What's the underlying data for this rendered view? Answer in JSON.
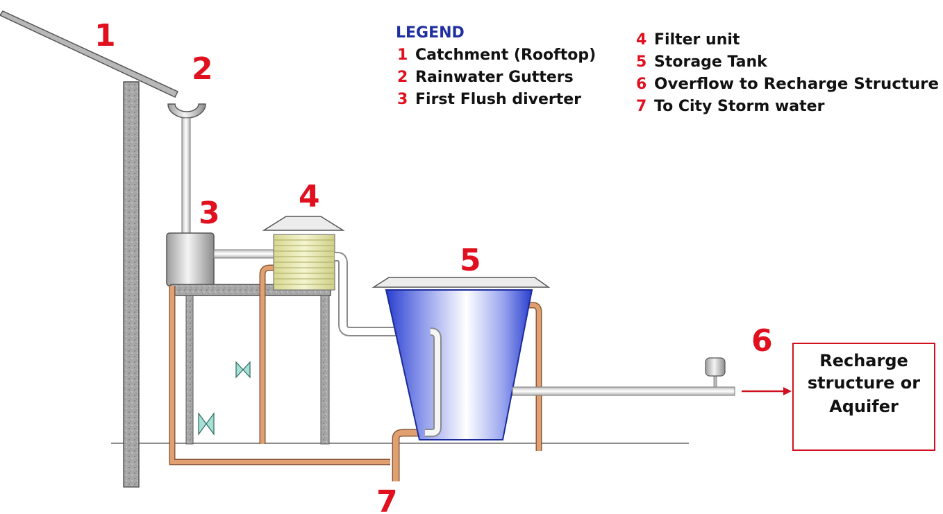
{
  "markers": {
    "m1": "1",
    "m2": "2",
    "m3": "3",
    "m4": "4",
    "m5": "5",
    "m6": "6",
    "m7": "7"
  },
  "legend": {
    "title": "LEGEND",
    "items": [
      {
        "num": "1",
        "label": "Catchment (Rooftop)"
      },
      {
        "num": "2",
        "label": "Rainwater Gutters"
      },
      {
        "num": "3",
        "label": "First Flush diverter"
      },
      {
        "num": "4",
        "label": "Filter unit"
      },
      {
        "num": "5",
        "label": "Storage Tank"
      },
      {
        "num": "6",
        "label": "Overflow to Recharge Structure"
      },
      {
        "num": "7",
        "label": "To City Storm water"
      }
    ]
  },
  "recharge_box": {
    "lines": [
      "Recharge",
      "structure or",
      "Aquifer"
    ]
  },
  "colors": {
    "marker": "#e0101e",
    "legend_title": "#1f2fa0",
    "pipe_copper": "#e0a070",
    "pipe_grey": "#d8d8d8",
    "tank_blue": "#2a3fd0",
    "wall_grey": "#9a9a9a",
    "box_border": "#d01020"
  }
}
